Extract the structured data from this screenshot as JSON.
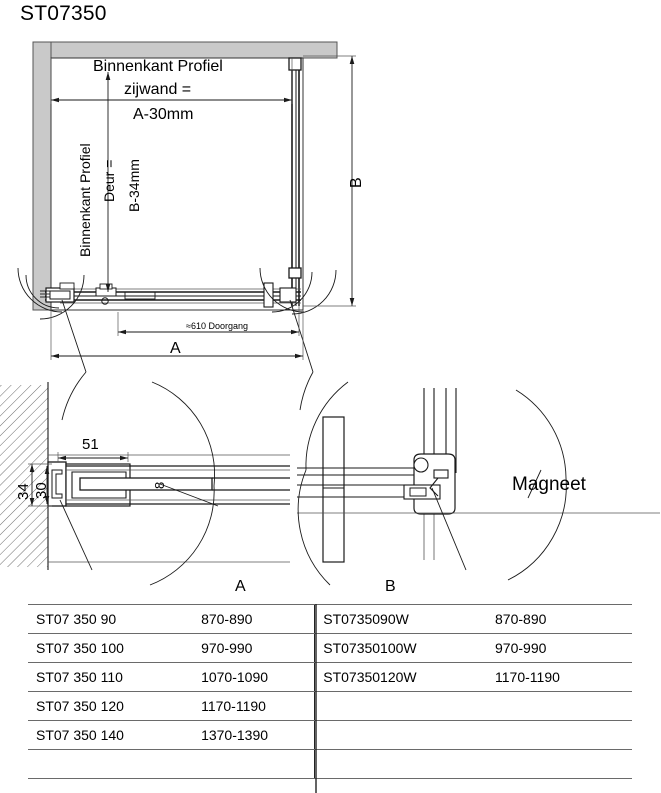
{
  "drawing": {
    "title": "ST07350",
    "annotations": {
      "binnenkant_profiel_zijwand": "Binnenkant Profiel",
      "binnenkant_profiel_zijwand_2": "zijwand =",
      "binnenkant_profiel_zijwand_3": "A-30mm",
      "binnenkant_profiel_deur": "Binnenkant Profiel",
      "binnenkant_profiel_deur_2": "Deur =",
      "binnenkant_profiel_deur_3": "B-34mm",
      "doorgang": "≈610 Doorgang",
      "dim_a": "A",
      "dim_b": "B",
      "magneet": "Magneet"
    },
    "details": {
      "label_a": "A",
      "label_b": "B",
      "dim_51": "51",
      "dim_34": "34",
      "dim_30": "30",
      "dim_8": "8"
    },
    "colors": {
      "wall_fill": "#c9c9c9",
      "line": "#1a1a1a",
      "thin_line": "#555555",
      "hatch": "#6d6d6d",
      "table_rule": "#6a6a6a"
    }
  },
  "table": {
    "rows": [
      {
        "code": "ST07 350 90",
        "range": "870-890",
        "code_w": "ST0735090W",
        "range_w": "870-890"
      },
      {
        "code": "ST07 350 100",
        "range": "970-990",
        "code_w": "ST07350100W",
        "range_w": "970-990"
      },
      {
        "code": "ST07 350 110",
        "range": "1070-1090",
        "code_w": "ST07350120W",
        "range_w": "1170-1190"
      },
      {
        "code": "ST07 350 120",
        "range": "1170-1190",
        "code_w": "",
        "range_w": ""
      },
      {
        "code": "ST07 350 140",
        "range": "1370-1390",
        "code_w": "",
        "range_w": ""
      },
      {
        "code": "",
        "range": "",
        "code_w": "",
        "range_w": ""
      }
    ]
  }
}
